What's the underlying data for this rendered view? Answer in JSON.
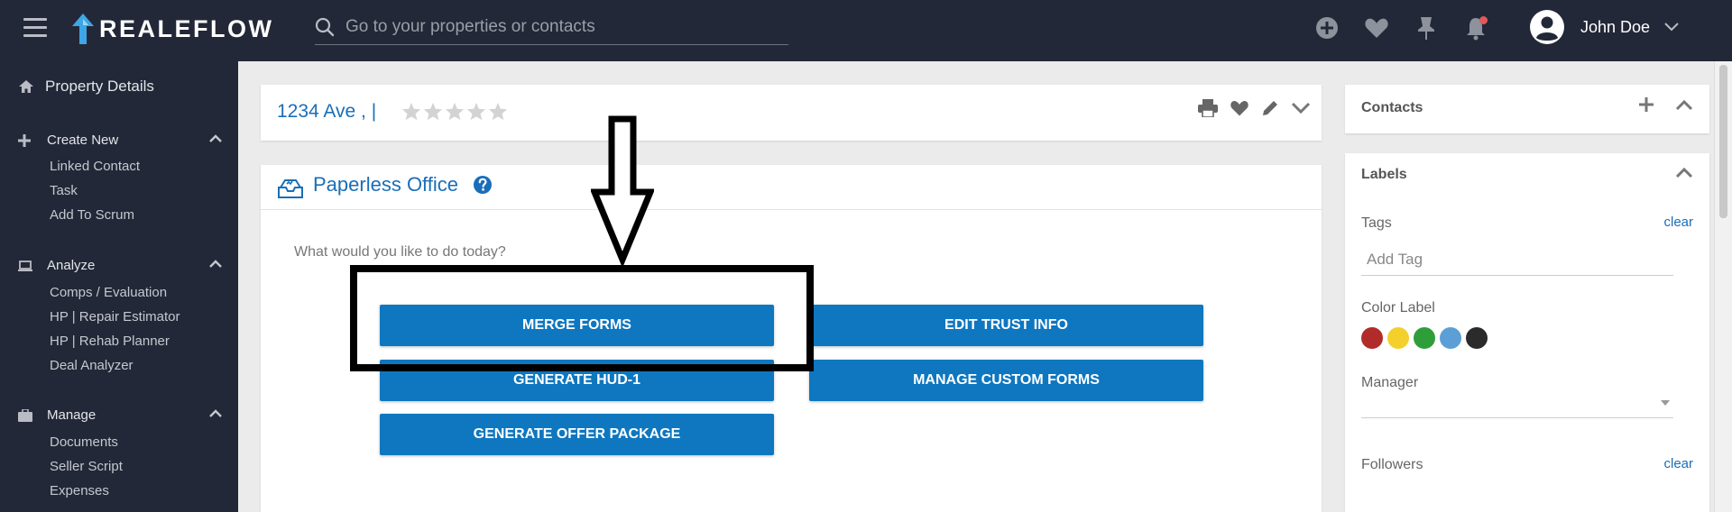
{
  "header": {
    "brand": "REALEFLOW",
    "search": {
      "placeholder": "Go to your properties or contacts",
      "value": ""
    },
    "icons": [
      "add-circle-icon",
      "heart-icon",
      "pin-icon",
      "bell-icon"
    ],
    "user_name": "John Doe",
    "colors": {
      "bar": "#232838",
      "accent": "#3ea6e6"
    }
  },
  "sidebar": {
    "title": "Property Details",
    "sections": [
      {
        "label": "Create New",
        "icon": "plus-icon",
        "items": [
          "Linked Contact",
          "Task",
          "Add To Scrum"
        ]
      },
      {
        "label": "Analyze",
        "icon": "laptop-icon",
        "items": [
          "Comps / Evaluation",
          "HP | Repair Estimator",
          "HP | Rehab Planner",
          "Deal Analyzer"
        ]
      },
      {
        "label": "Manage",
        "icon": "briefcase-icon",
        "items": [
          "Documents",
          "Seller Script",
          "Expenses"
        ]
      }
    ]
  },
  "property": {
    "title": "1234 Ave ,  |",
    "rating": 0,
    "rating_max": 5,
    "actions": [
      "print-icon",
      "heart-icon",
      "pencil-icon",
      "chevron-down-icon"
    ]
  },
  "paperless": {
    "title": "Paperless Office",
    "help_icon": "question-circle-icon",
    "prompt": "What would you like to do today?",
    "buttons": {
      "merge_forms": "MERGE FORMS",
      "edit_trust": "EDIT TRUST INFO",
      "generate_hud": "GENERATE HUD-1",
      "manage_custom": "MANAGE CUSTOM FORMS",
      "offer_package": "GENERATE OFFER PACKAGE"
    },
    "button_color": "#0e77c0"
  },
  "contacts": {
    "title": "Contacts"
  },
  "labels": {
    "title": "Labels",
    "tags": {
      "label": "Tags",
      "clear": "clear",
      "placeholder": "Add Tag"
    },
    "color_label": "Color Label",
    "colors": [
      "#b22b2b",
      "#f4d02c",
      "#2f9e3a",
      "#5b9fd6",
      "#2b2b2b"
    ],
    "manager": {
      "label": "Manager",
      "value": ""
    },
    "followers": {
      "label": "Followers",
      "clear": "clear"
    }
  },
  "annotation": {
    "type": "box-with-arrow",
    "target": "merge-forms-button",
    "color": "#000000"
  }
}
